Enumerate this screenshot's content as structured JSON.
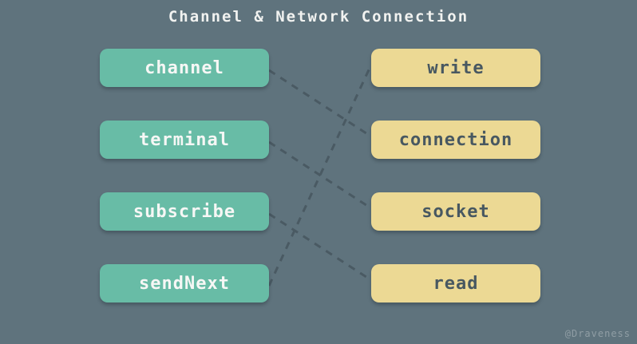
{
  "title": "Channel & Network Connection",
  "watermark": "@Draveness",
  "colors": {
    "bg": "#5f737d",
    "node-left-fill": "#68bca6",
    "node-right-fill": "#ecd994",
    "node-left-text": "#f6f7f5",
    "node-right-text": "#485861",
    "connector": "#4a5a63",
    "title-text": "#f1f2f0"
  },
  "diagram": {
    "left_nodes": [
      {
        "id": "channel",
        "label": "channel"
      },
      {
        "id": "terminal",
        "label": "terminal"
      },
      {
        "id": "subscribe",
        "label": "subscribe"
      },
      {
        "id": "sendNext",
        "label": "sendNext"
      }
    ],
    "right_nodes": [
      {
        "id": "write",
        "label": "write"
      },
      {
        "id": "connection",
        "label": "connection"
      },
      {
        "id": "socket",
        "label": "socket"
      },
      {
        "id": "read",
        "label": "read"
      }
    ],
    "connections": [
      {
        "from": "channel",
        "to": "connection"
      },
      {
        "from": "terminal",
        "to": "socket"
      },
      {
        "from": "subscribe",
        "to": "read"
      },
      {
        "from": "sendNext",
        "to": "write"
      }
    ]
  }
}
